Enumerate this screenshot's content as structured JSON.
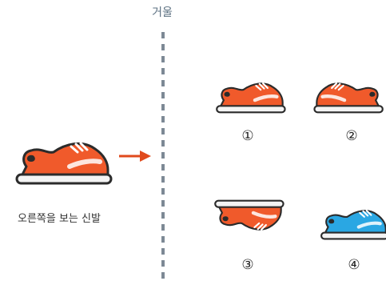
{
  "mirror_label": "거울",
  "caption": "오른쪽을 보는 신발",
  "options": [
    {
      "number": "①"
    },
    {
      "number": "②"
    },
    {
      "number": "③"
    },
    {
      "number": "④"
    }
  ],
  "colors": {
    "shoe_orange": "#f05a2b",
    "shoe_blue": "#2aa7e3",
    "arrow": "#e04a1c",
    "mirror_line": "#7d8995",
    "outline": "#2b2b2b",
    "sole": "#f4f4f4"
  },
  "icons": {
    "original_shoe": "shoe-facing-right-icon",
    "option_1": "shoe-facing-right-icon",
    "option_2": "shoe-facing-left-icon",
    "option_3": "shoe-upside-down-icon",
    "option_4": "blue-shoe-facing-right-icon",
    "arrow": "arrow-right-icon"
  }
}
